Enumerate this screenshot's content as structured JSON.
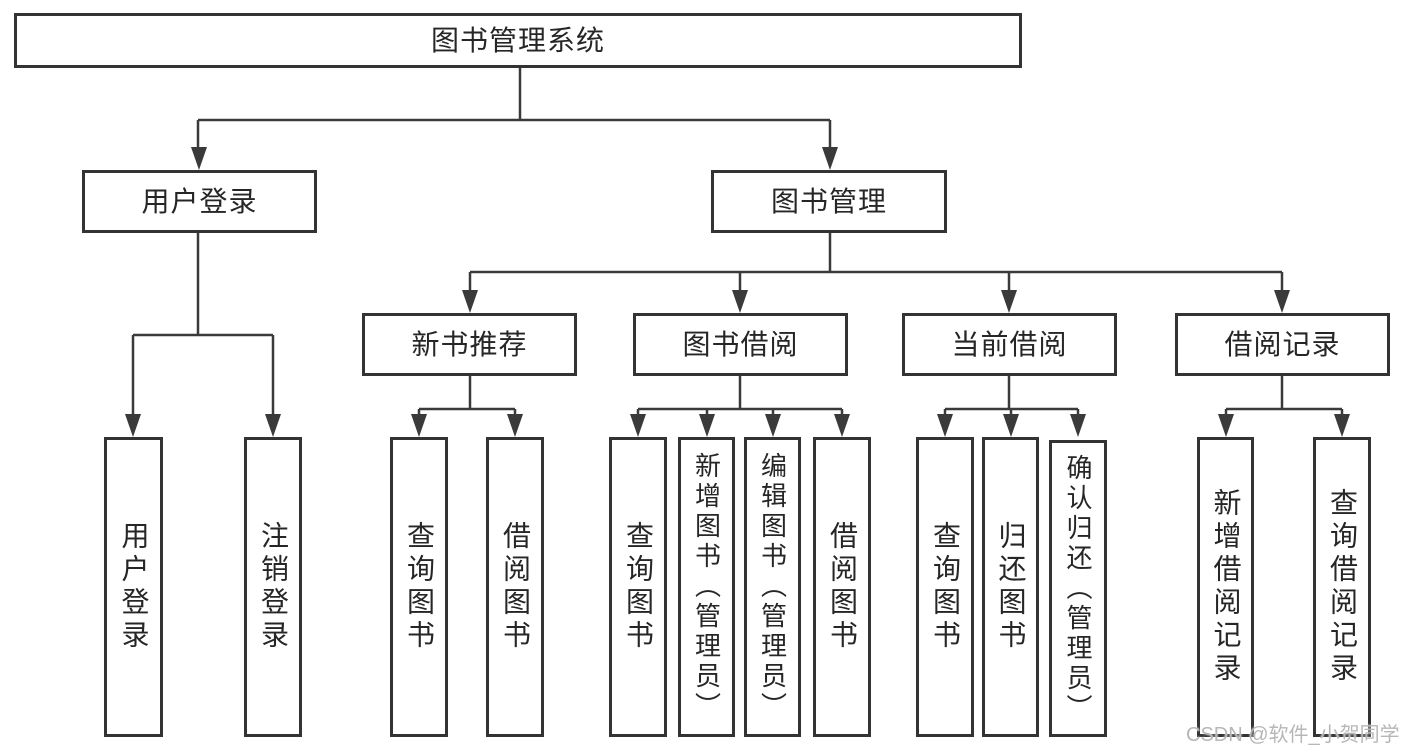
{
  "tree": {
    "root": {
      "label": "图书管理系统",
      "children": [
        {
          "label": "用户登录",
          "children": [
            {
              "label": "用户登录"
            },
            {
              "label": "注销登录"
            }
          ]
        },
        {
          "label": "图书管理",
          "children": [
            {
              "label": "新书推荐",
              "children": [
                {
                  "label": "查询图书"
                },
                {
                  "label": "借阅图书"
                }
              ]
            },
            {
              "label": "图书借阅",
              "children": [
                {
                  "label": "查询图书"
                },
                {
                  "label": "新增图书（管理员）"
                },
                {
                  "label": "编辑图书（管理员）"
                },
                {
                  "label": "借阅图书"
                }
              ]
            },
            {
              "label": "当前借阅",
              "children": [
                {
                  "label": "查询图书"
                },
                {
                  "label": "归还图书"
                },
                {
                  "label": "确认归还（管理员）"
                }
              ]
            },
            {
              "label": "借阅记录",
              "children": [
                {
                  "label": "新增借阅记录"
                },
                {
                  "label": "查询借阅记录"
                }
              ]
            }
          ]
        }
      ]
    }
  },
  "watermark": {
    "text": "CSDN @软件_小贺同学"
  },
  "colors": {
    "line": "#3a3a3a",
    "box_border": "#333333",
    "text": "#262626",
    "watermark": "#b7b7b7",
    "background": "#ffffff"
  }
}
